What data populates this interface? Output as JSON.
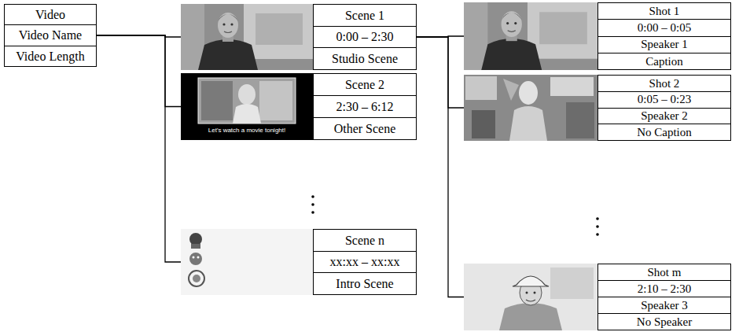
{
  "diagram": {
    "nodes": [
      {
        "text": [
          "Video",
          "Video Name",
          "Video Length"
        ]
      },
      {
        "text": [
          "Scene 1",
          "0:00 – 2:30",
          "Studio Scene"
        ]
      },
      {
        "text": [
          "Scene 2",
          "2:30 – 6:12",
          "Other Scene"
        ]
      },
      {
        "text": [
          "Scene n",
          "xx:xx – xx:xx",
          "Intro Scene"
        ]
      },
      {
        "text": [
          "Shot 1",
          "0:00 – 0:05",
          "Speaker 1",
          "Caption"
        ]
      },
      {
        "text": [
          "Shot 2",
          "0:05 – 0:23",
          "Speaker 2",
          "No Caption"
        ]
      },
      {
        "text": [
          "Shot m",
          "2:10 – 2:30",
          "Speaker 3",
          "No Speaker"
        ]
      }
    ],
    "edges": [
      {
        "from": 0,
        "to": 1,
        "arrow": "none"
      },
      {
        "from": 0,
        "to": 2,
        "arrow": "none"
      },
      {
        "from": 0,
        "to": 3,
        "arrow": "none"
      },
      {
        "from": 1,
        "to": 4,
        "arrow": "none"
      },
      {
        "from": 1,
        "to": 5,
        "arrow": "none"
      },
      {
        "from": 1,
        "to": 6,
        "arrow": "none"
      }
    ],
    "labels": [
      "Let's watch a movie tonight!"
    ]
  }
}
